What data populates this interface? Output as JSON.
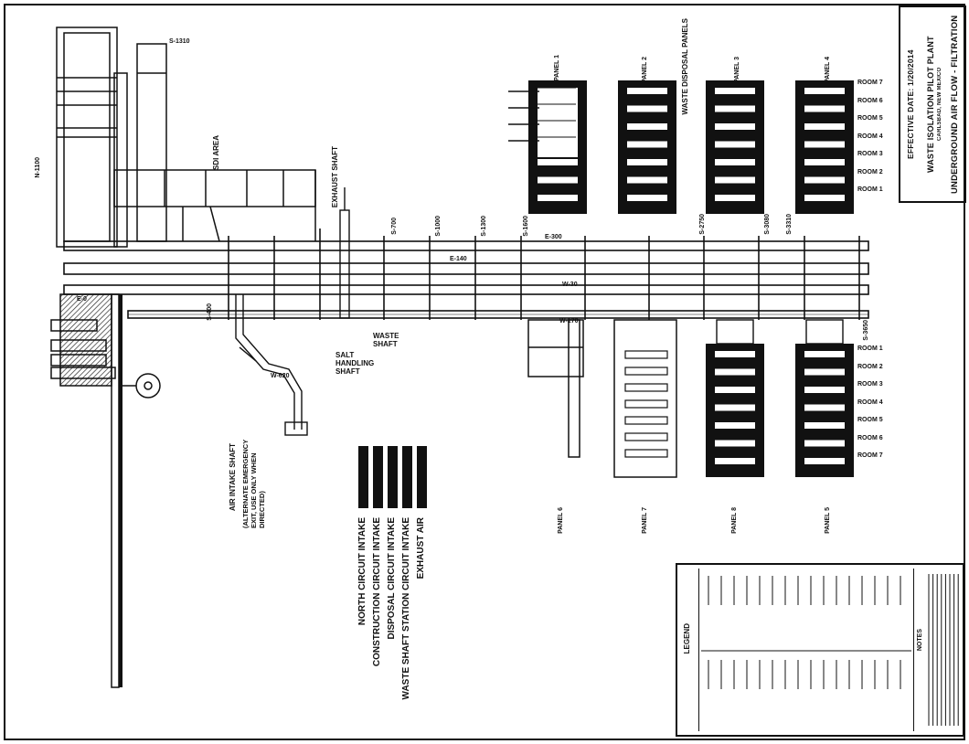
{
  "title_block": {
    "effective_date": "EFFECTIVE DATE: 1/20/2014",
    "facility": "WASTE ISOLATION PILOT PLANT",
    "location": "CARLSBAD, NEW MEXICO",
    "drawing_title": "UNDERGROUND AIR FLOW - FILTRATION"
  },
  "panels": {
    "panel_1": "PANEL 1",
    "panel_2": "PANEL 2",
    "panel_3": "PANEL 3",
    "panel_4": "PANEL 4",
    "panel_5": "PANEL 5",
    "panel_6": "PANEL 6",
    "panel_7": "PANEL 7",
    "panel_8": "PANEL 8",
    "waste_disposal_panels": "WASTE DISPOSAL PANELS"
  },
  "rooms_north": [
    "ROOM 7",
    "ROOM 6",
    "ROOM 5",
    "ROOM 4",
    "ROOM 3",
    "ROOM 2",
    "ROOM 1"
  ],
  "rooms_south": [
    "ROOM 1",
    "ROOM 2",
    "ROOM 3",
    "ROOM 4",
    "ROOM 5",
    "ROOM 6",
    "ROOM 7"
  ],
  "shafts": {
    "exhaust": "EXHAUST SHAFT",
    "waste": "WASTE SHAFT",
    "salt": "SALT HANDLING SHAFT",
    "air_intake": "AIR INTAKE SHAFT",
    "air_intake_note": "(ALTERNATE EMERGENCY EXIT, USE ONLY WHEN DIRECTED)"
  },
  "areas": {
    "sdi": "SDI AREA"
  },
  "drifts": {
    "e300": "E-300",
    "e140": "E-140",
    "e0": "E-0",
    "w30": "W-30",
    "w170": "W-170",
    "s1310": "S-1310",
    "s1000": "S-1000",
    "s400": "S-400",
    "s700": "S-700",
    "s1300": "S-1300",
    "s1600": "S-1600",
    "s2750": "S-2750",
    "s3080": "S-3080",
    "s3310": "S-3310",
    "s3650": "S-3650",
    "n1100": "N-1100",
    "w620": "W-620"
  },
  "airflow_key": [
    {
      "label": "NORTH CIRCUIT INTAKE"
    },
    {
      "label": "CONSTRUCTION CIRCUIT INTAKE"
    },
    {
      "label": "DISPOSAL CIRCUIT INTAKE"
    },
    {
      "label": "WASTE SHAFT STATION CIRCUIT INTAKE"
    },
    {
      "label": "EXHAUST AIR"
    }
  ],
  "legend": {
    "heading": "LEGEND",
    "notes_heading": "NOTES"
  },
  "colors": {
    "ink": "#111111",
    "paper": "#ffffff"
  }
}
